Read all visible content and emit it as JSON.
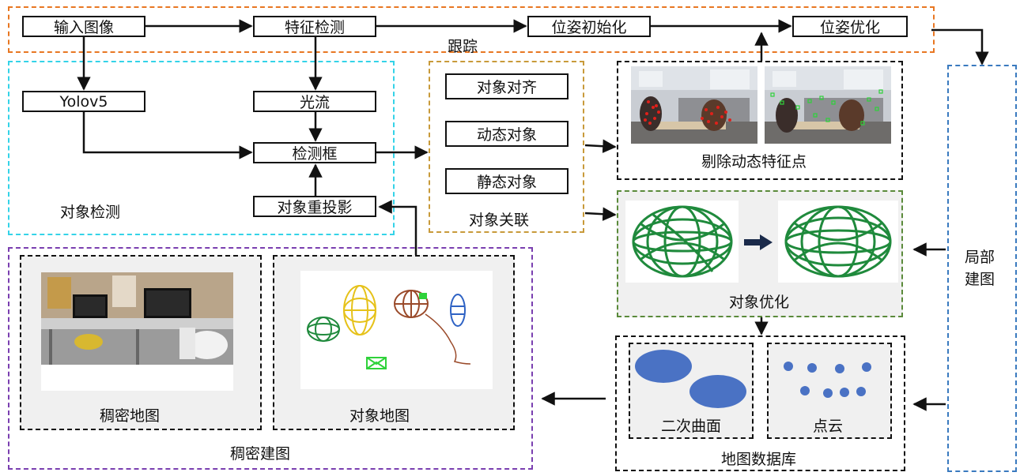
{
  "tracking": {
    "label": "跟踪",
    "input_image": "输入图像",
    "feature_detection": "特征检测",
    "pose_init": "位姿初始化",
    "pose_opt": "位姿优化"
  },
  "object_detection": {
    "label": "对象检测",
    "yolo": "Yolov5",
    "optical_flow": "光流",
    "detection_box": "检测框",
    "object_reprojection": "对象重投影"
  },
  "object_association": {
    "label": "对象关联",
    "align": "对象对齐",
    "dynamic": "动态对象",
    "static": "静态对象"
  },
  "dynamic_removal": {
    "label": "剔除动态特征点"
  },
  "object_optimization": {
    "label": "对象优化"
  },
  "local_mapping": {
    "label": "局部\n建图"
  },
  "map_database": {
    "label": "地图数据库",
    "quadric": "二次曲面",
    "point_cloud": "点云"
  },
  "dense_mapping": {
    "label": "稠密建图",
    "dense_map": "稠密地图",
    "object_map": "对象地图"
  },
  "colors": {
    "tracking_border": "#e87722",
    "detection_border": "#34d3e8",
    "association_border": "#c89a3a",
    "optimization_border": "#5a8a3a",
    "local_mapping_border": "#3a7abf",
    "dense_mapping_border": "#7a3fb0",
    "ellipse_green": "#1f8a3c",
    "quadric_blue": "#4a72c4"
  }
}
